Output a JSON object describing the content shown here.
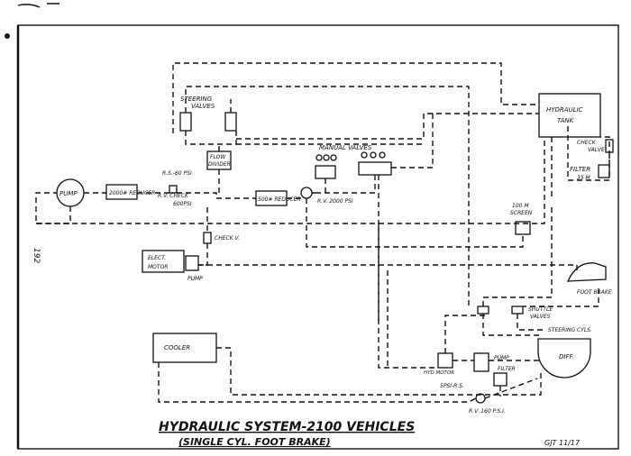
{
  "page_number": "192",
  "title": "HYDRAULIC SYSTEM-2100 VEHICLES",
  "subtitle": "(SINGLE CYL. FOOT BRAKE)",
  "labels": {
    "steering_valves_1": "STEERING",
    "steering_valves_2": "VALVES",
    "flow_1": "FLOW",
    "flow_2": "DIVIDER",
    "pump": "PUMP",
    "reducer": "2000# REDUCER",
    "rs": "R.S.-60 PSI",
    "rv_check": "R.V. CHECK",
    "psi_6005": "600PSI",
    "reducer_500": "500# REDUCER",
    "rv_2000": "R.V. 2000 PSI",
    "manual_valves": "MANUAL VALVES",
    "tank_1": "HYDRAULIC",
    "tank_2": "TANK",
    "check_valve_1": "CHECK",
    "check_valve_2": "VALVE",
    "filter": "FILTER",
    "filter_size": "35 M",
    "screen_1": "100 M",
    "screen_2": "SCREEN",
    "check_v": "CHECK V.",
    "elect": "ELECT.",
    "motor": "MOTOR",
    "pump_small": "PUMP",
    "foot_brake": "FOOT BRAKE",
    "shuttle_1": "SHUTTLE",
    "shuttle_2": "VALVES",
    "steering_cyls": "STEERING CYLS.",
    "diff": "DIFF.",
    "cooler": "COOLER",
    "hyd_motor": "HYD MOTOR",
    "pump_bottom": "PUMP",
    "filter_bottom": "FILTER",
    "psi_rs": "5PSI-R.S.",
    "rv_160": "R.V. 160 P.S.I."
  }
}
